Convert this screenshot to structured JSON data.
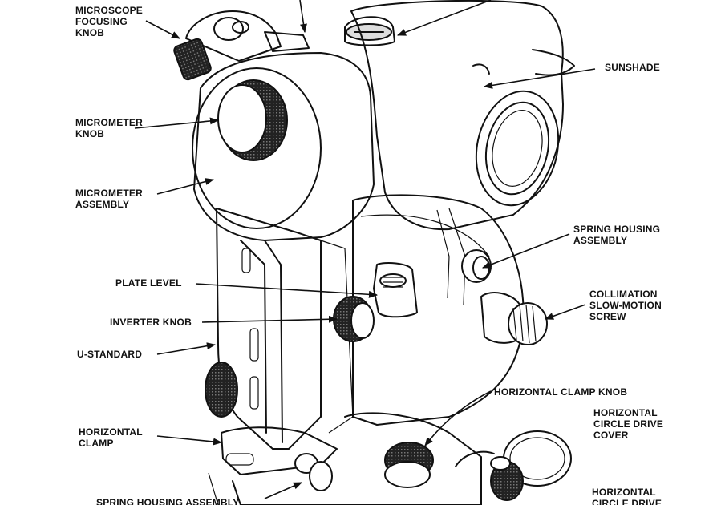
{
  "labels": {
    "microscope_focusing_knob": "MICROSCOPE\nFOCUSING\nKNOB",
    "micrometer_knob": "MICROMETER\nKNOB",
    "micrometer_assembly": "MICROMETER\nASSEMBLY",
    "plate_level": "PLATE LEVEL",
    "inverter_knob": "INVERTER KNOB",
    "u_standard": "U-STANDARD",
    "horizontal_clamp": "HORIZONTAL\nCLAMP",
    "spring_housing_assembly_bottom": "SPRING HOUSING ASSEMBLY",
    "sunshade": "SUNSHADE",
    "spring_housing_assembly_right": "SPRING HOUSING\nASSEMBLY",
    "collimation_slow_motion_screw": "COLLIMATION\nSLOW-MOTION\nSCREW",
    "horizontal_clamp_knob": "HORIZONTAL CLAMP KNOB",
    "horizontal_circle_drive_cover": "HORIZONTAL\nCIRCLE DRIVE\nCOVER",
    "horizontal_circle_drive": "HORIZONTAL\nCIRCLE DRIVE"
  },
  "colors": {
    "ink": "#111111",
    "background": "#ffffff"
  }
}
